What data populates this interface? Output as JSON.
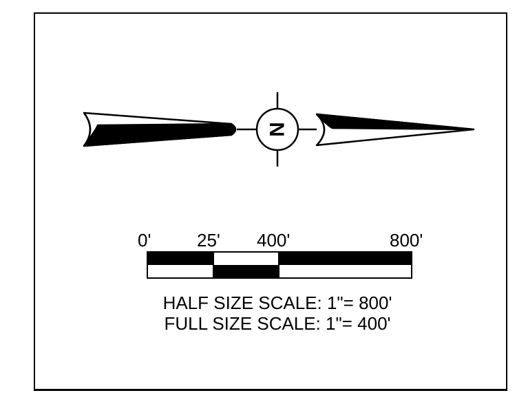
{
  "north_arrow": {
    "letter": "N",
    "icon": "north-arrow-icon"
  },
  "scale_bar": {
    "tick_labels": [
      "0'",
      "25'",
      "400'",
      "800'"
    ],
    "colors": {
      "fill": "#000000",
      "background": "#ffffff"
    }
  },
  "notes": {
    "half_size": "HALF SIZE SCALE: 1\"= 800'",
    "full_size": "FULL SIZE SCALE: 1\"= 400'"
  }
}
